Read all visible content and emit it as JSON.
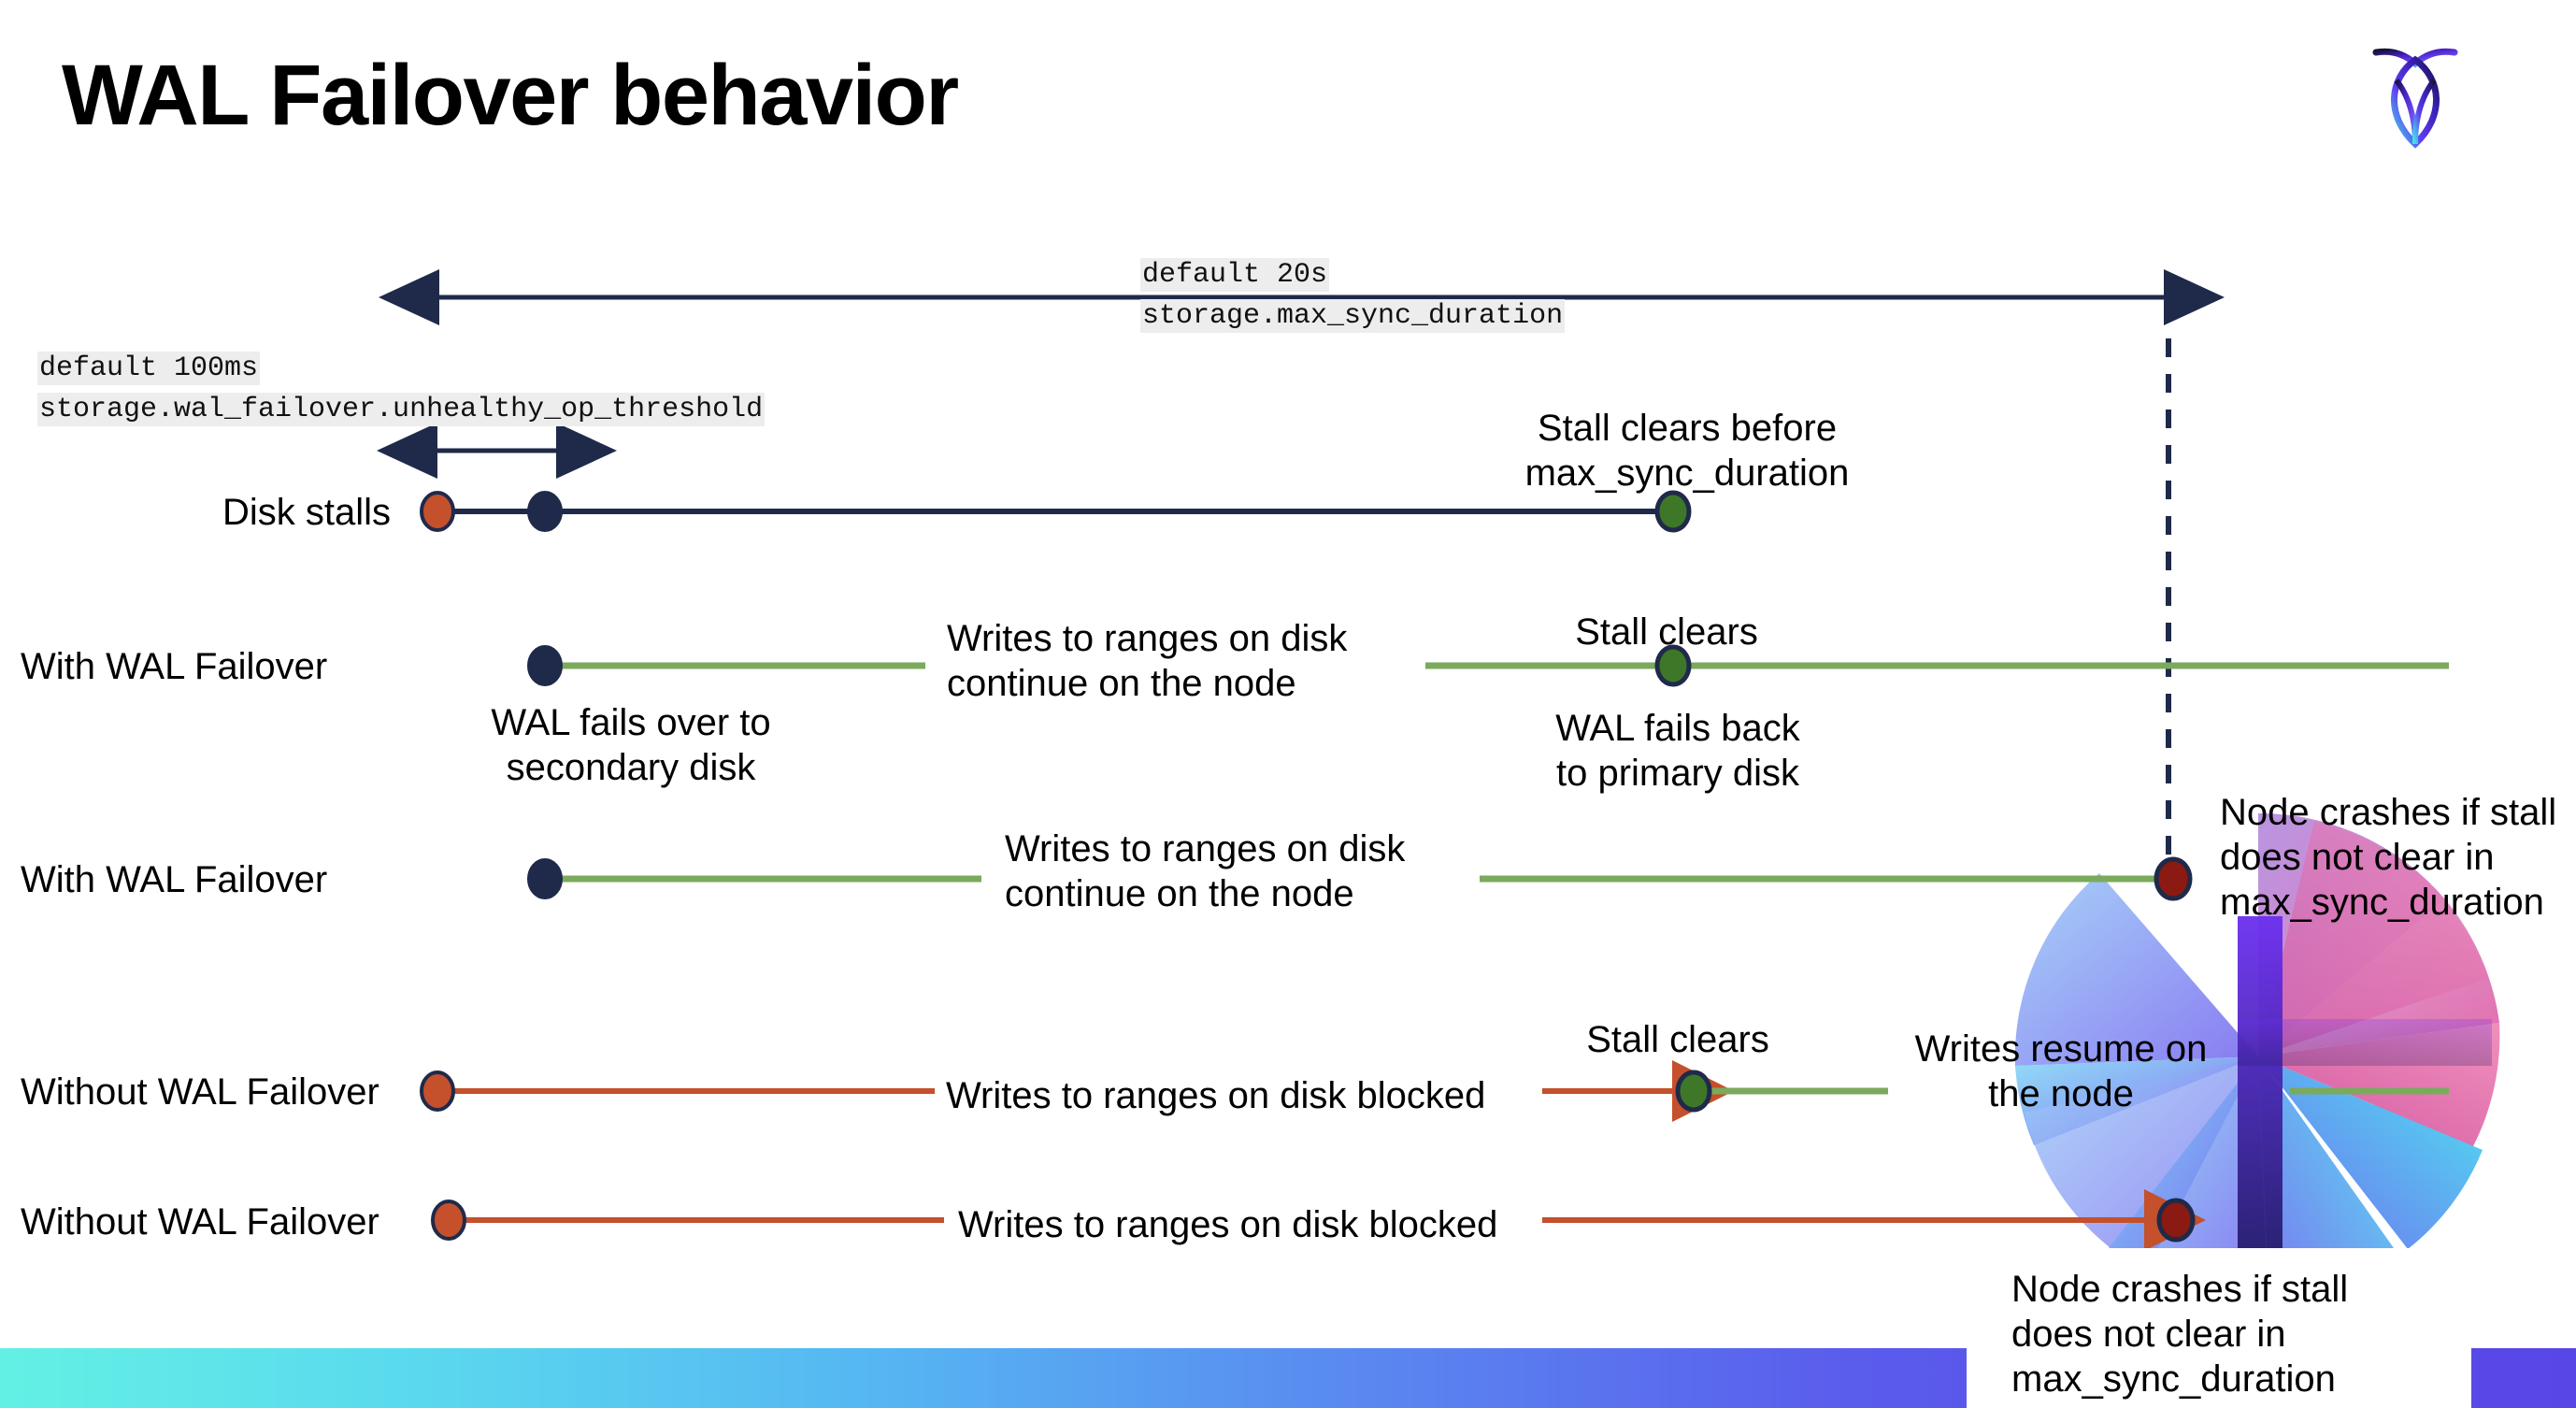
{
  "title": "WAL Failover behavior",
  "logo": {
    "name": "cockroachdb-logo"
  },
  "config_labels": {
    "max_sync": {
      "default": "default 20s",
      "setting": "storage.max_sync_duration"
    },
    "unhealthy_op": {
      "default": "default 100ms",
      "setting": "storage.wal_failover.unhealthy_op_threshold"
    }
  },
  "rows": [
    {
      "id": "disk-stalls",
      "label": "Disk stalls"
    },
    {
      "id": "with-wal-failover-1",
      "label": "With WAL Failover"
    },
    {
      "id": "with-wal-failover-2",
      "label": "With WAL Failover"
    },
    {
      "id": "without-wal-failover-1",
      "label": "Without WAL Failover"
    },
    {
      "id": "without-wal-failover-2",
      "label": "Without WAL Failover"
    }
  ],
  "annotations": {
    "stall_clears_before": "Stall clears before\nmax_sync_duration",
    "writes_continue_1": "Writes to ranges on disk\ncontinue on the node",
    "stall_clears_2": "Stall clears",
    "wal_fails_over": "WAL fails over to\nsecondary disk",
    "wal_fails_back": "WAL fails  back\nto primary disk",
    "writes_continue_2": "Writes to ranges on disk\ncontinue on the node",
    "node_crashes_1": "Node crashes if stall\ndoes not clear in\nmax_sync_duration",
    "stall_clears_4": "Stall clears",
    "writes_blocked_1": "Writes to ranges on disk  blocked",
    "writes_resume": "Writes resume on\nthe node",
    "writes_blocked_2": "Writes to ranges on disk  blocked",
    "node_crashes_2": "Node crashes if stall\ndoes not clear in\nmax_sync_duration"
  },
  "colors": {
    "navy": "#1F2A4A",
    "green_line": "#7BAA5C",
    "green_dot": "#3E7728",
    "orange": "#C4502C",
    "dark_red": "#8B1A12",
    "code_bg": "#ededed",
    "gradient_start": "#63f0e4",
    "gradient_end": "#5747e6"
  },
  "markers": {
    "stall_start_dot": "stall-start-marker",
    "failover_dot": "wal-failover-marker",
    "stall_clear_dot": "stall-clear-marker",
    "crash_dot": "node-crash-marker"
  }
}
